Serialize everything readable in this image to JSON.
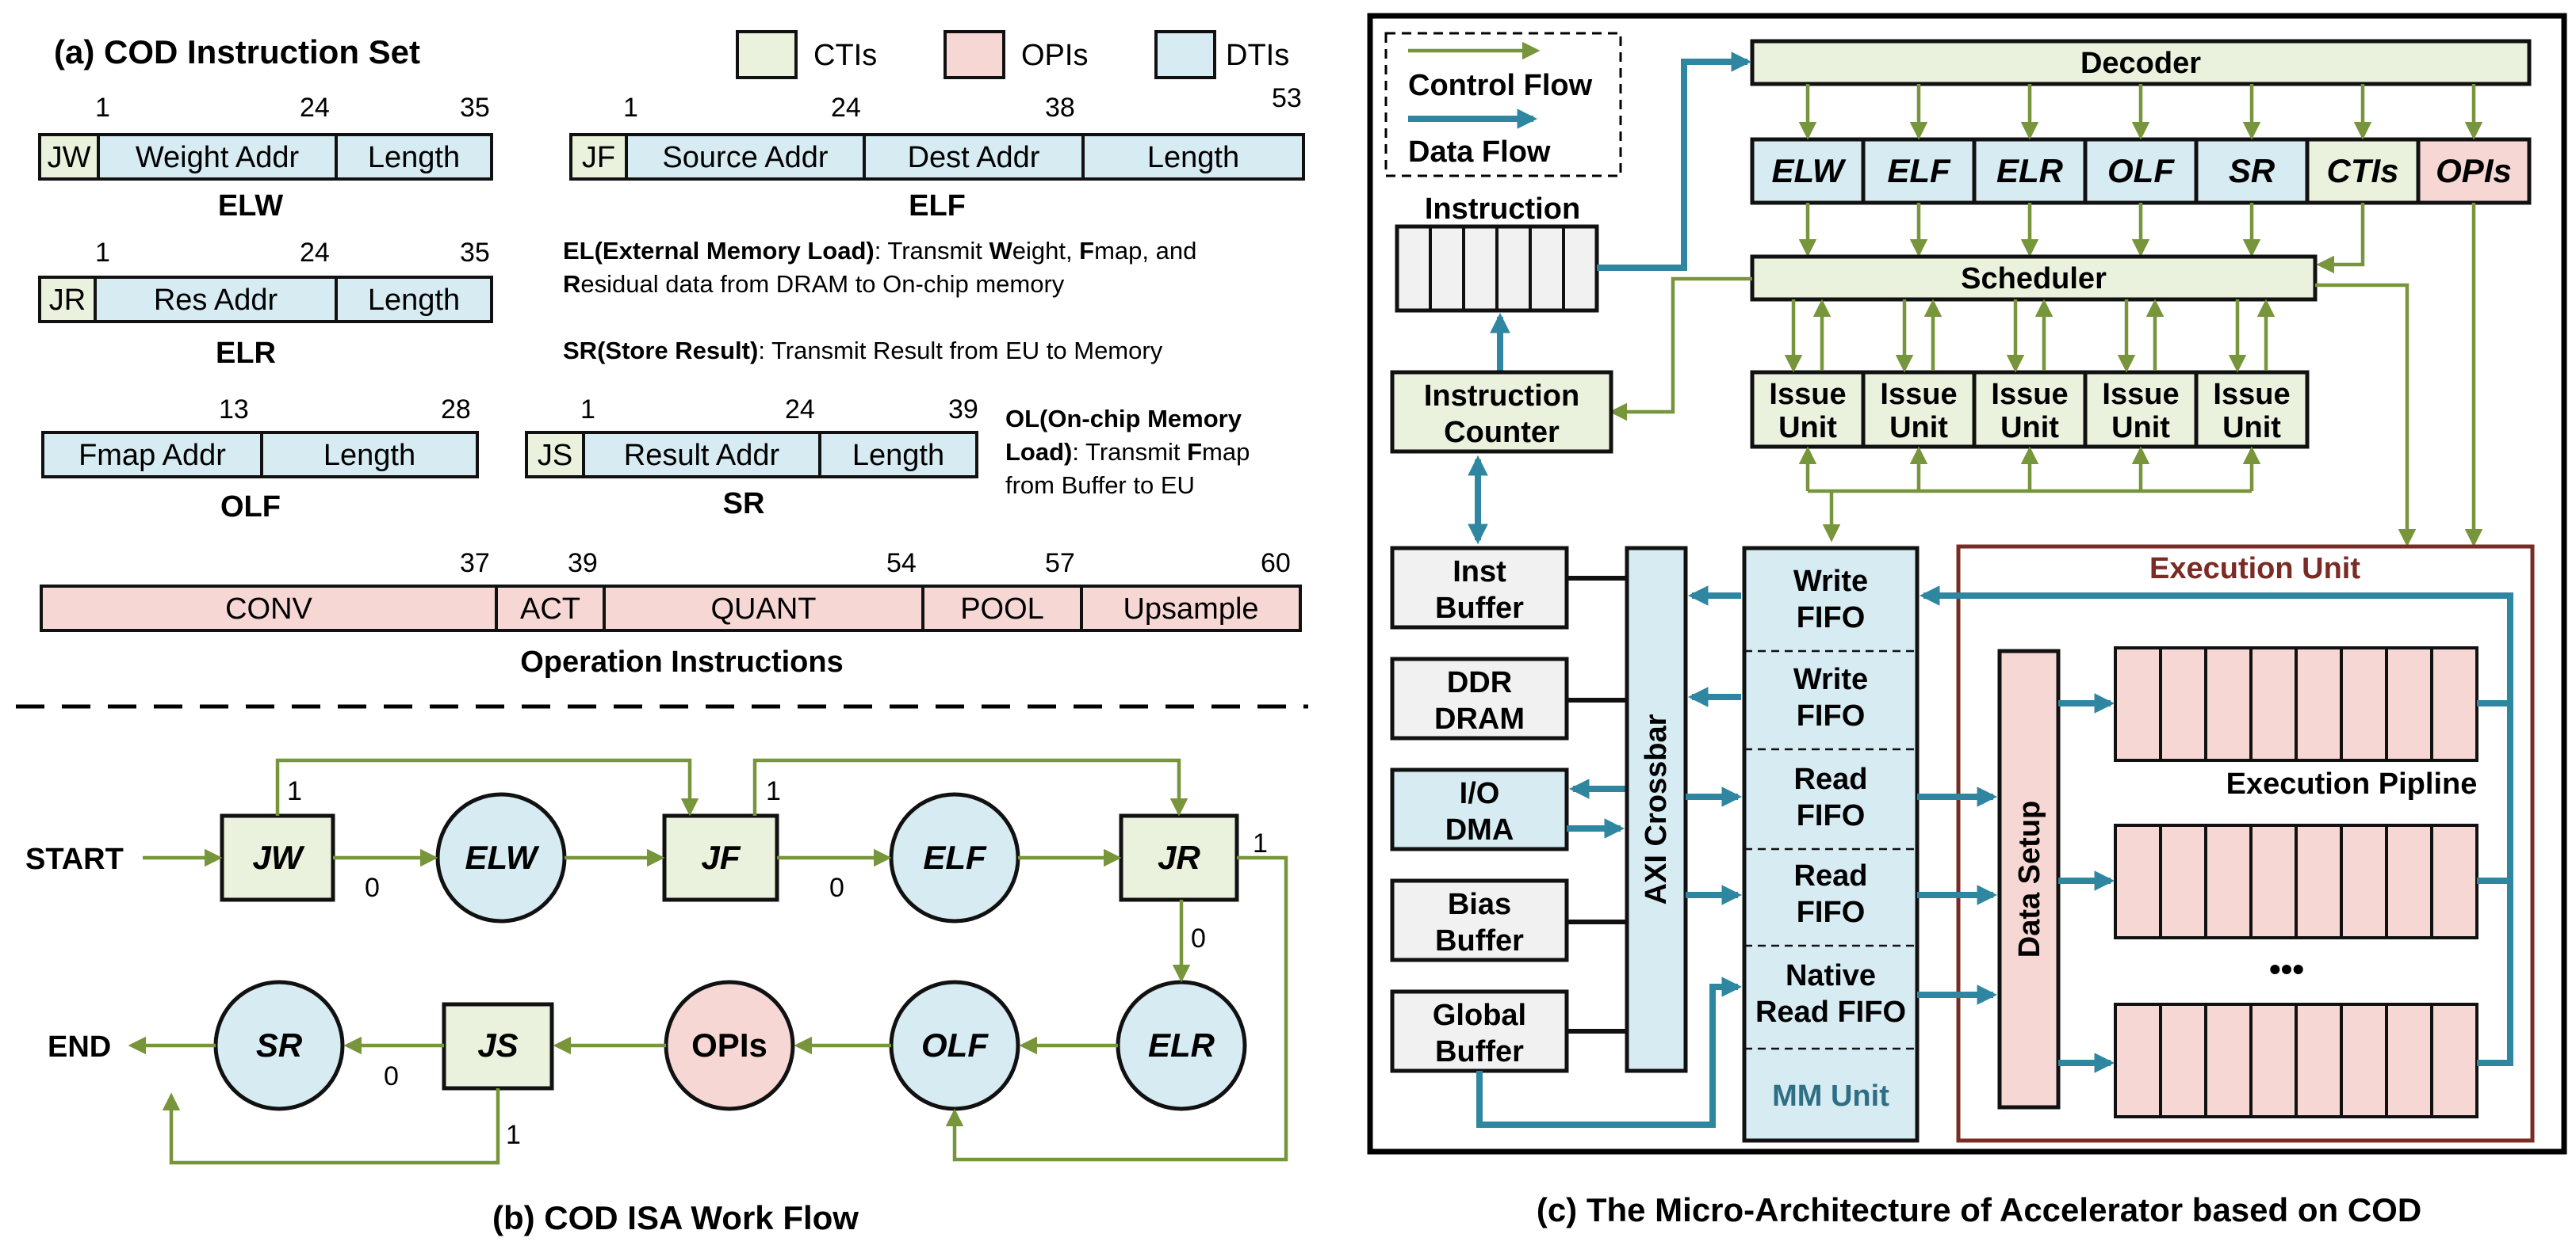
{
  "panel_a": {
    "title": "(a) COD  Instruction Set",
    "legend": [
      "CTIs",
      "OPIs",
      "DTIs"
    ],
    "elw": {
      "code": "JW",
      "fields": [
        "Weight Addr",
        "Length"
      ],
      "bits": [
        "1",
        "24",
        "35"
      ],
      "name": "ELW"
    },
    "elf": {
      "code": "JF",
      "fields": [
        "Source Addr",
        "Dest Addr",
        "Length"
      ],
      "bits": [
        "1",
        "24",
        "38",
        "53"
      ],
      "name": "ELF"
    },
    "elr": {
      "code": "JR",
      "fields": [
        "Res Addr",
        "Length"
      ],
      "bits": [
        "1",
        "24",
        "35"
      ],
      "name": "ELR"
    },
    "olf": {
      "fields": [
        "Fmap Addr",
        "Length"
      ],
      "bits": [
        "13",
        "28"
      ],
      "name": "OLF"
    },
    "sr": {
      "code": "JS",
      "fields": [
        "Result Addr",
        "Length"
      ],
      "bits": [
        "1",
        "24",
        "39"
      ],
      "name": "SR"
    },
    "op": {
      "fields": [
        "CONV",
        "ACT",
        "QUANT",
        "POOL",
        "Upsample"
      ],
      "bits": [
        "37",
        "39",
        "54",
        "57",
        "60"
      ],
      "name": "Operation Instructions"
    },
    "el_desc": [
      {
        "bold": "EL(External Memory Load)",
        "rest": ": Transmit "
      },
      {
        "bold": "W",
        "rest": "eight, "
      },
      {
        "bold": "F",
        "rest": "map, and"
      },
      {
        "bold": "R",
        "rest": "esidual data from DRAM to On-chip memory"
      }
    ],
    "sr_desc": {
      "bold": "SR(Store Result)",
      "rest": ": Transmit Result from EU to Memory"
    },
    "ol_desc": {
      "bold1": "OL(On-chip Memory",
      "bold2": "Load)",
      "rest2": ": Transmit ",
      "boldF": "F",
      "rest2b": "map",
      "line3": "from Buffer to EU"
    }
  },
  "panel_b": {
    "caption": "(b) COD ISA Work Flow",
    "start": "START",
    "end": "END",
    "nodes": {
      "jw": "JW",
      "elw": "ELW",
      "jf": "JF",
      "elf": "ELF",
      "jr": "JR",
      "elr": "ELR",
      "olf": "OLF",
      "opis": "OPIs",
      "js": "JS",
      "sr": "SR"
    },
    "labels": {
      "zero": "0",
      "one": "1"
    }
  },
  "panel_c": {
    "caption": "(c) The Micro-Architecture of  Accelerator based on COD",
    "legend": {
      "control": "Control Flow",
      "data": "Data Flow"
    },
    "decoder": "Decoder",
    "decoded": [
      "ELW",
      "ELF",
      "ELR",
      "OLF",
      "SR",
      "CTIs",
      "OPIs"
    ],
    "scheduler": "Scheduler",
    "instruction": "Instruction",
    "instruction_counter": [
      "Instruction",
      "Counter"
    ],
    "issue_unit": [
      "Issue",
      "Unit"
    ],
    "memories": [
      [
        "Inst",
        "Buffer"
      ],
      [
        "DDR",
        "DRAM"
      ],
      [
        "I/O",
        "DMA"
      ],
      [
        "Bias",
        "Buffer"
      ],
      [
        "Global",
        "Buffer"
      ]
    ],
    "crossbar": "AXI Crossbar",
    "fifos": [
      [
        "Write",
        "FIFO"
      ],
      [
        "Write",
        "FIFO"
      ],
      [
        "Read",
        "FIFO"
      ],
      [
        "Read",
        "FIFO"
      ],
      [
        "Native",
        "Read FIFO"
      ]
    ],
    "mm_unit": "MM Unit",
    "execution_unit": "Execution Unit",
    "data_setup": "Data Setup",
    "pipeline": "Execution Pipline",
    "ellipsis": "•••"
  },
  "colors": {
    "ctrl": "#77953a",
    "data": "#2e86a0",
    "cti": "#eaf1dd",
    "opi": "#f6d7d4",
    "dti": "#d6ebf2",
    "eu_border": "#7a2b23"
  }
}
